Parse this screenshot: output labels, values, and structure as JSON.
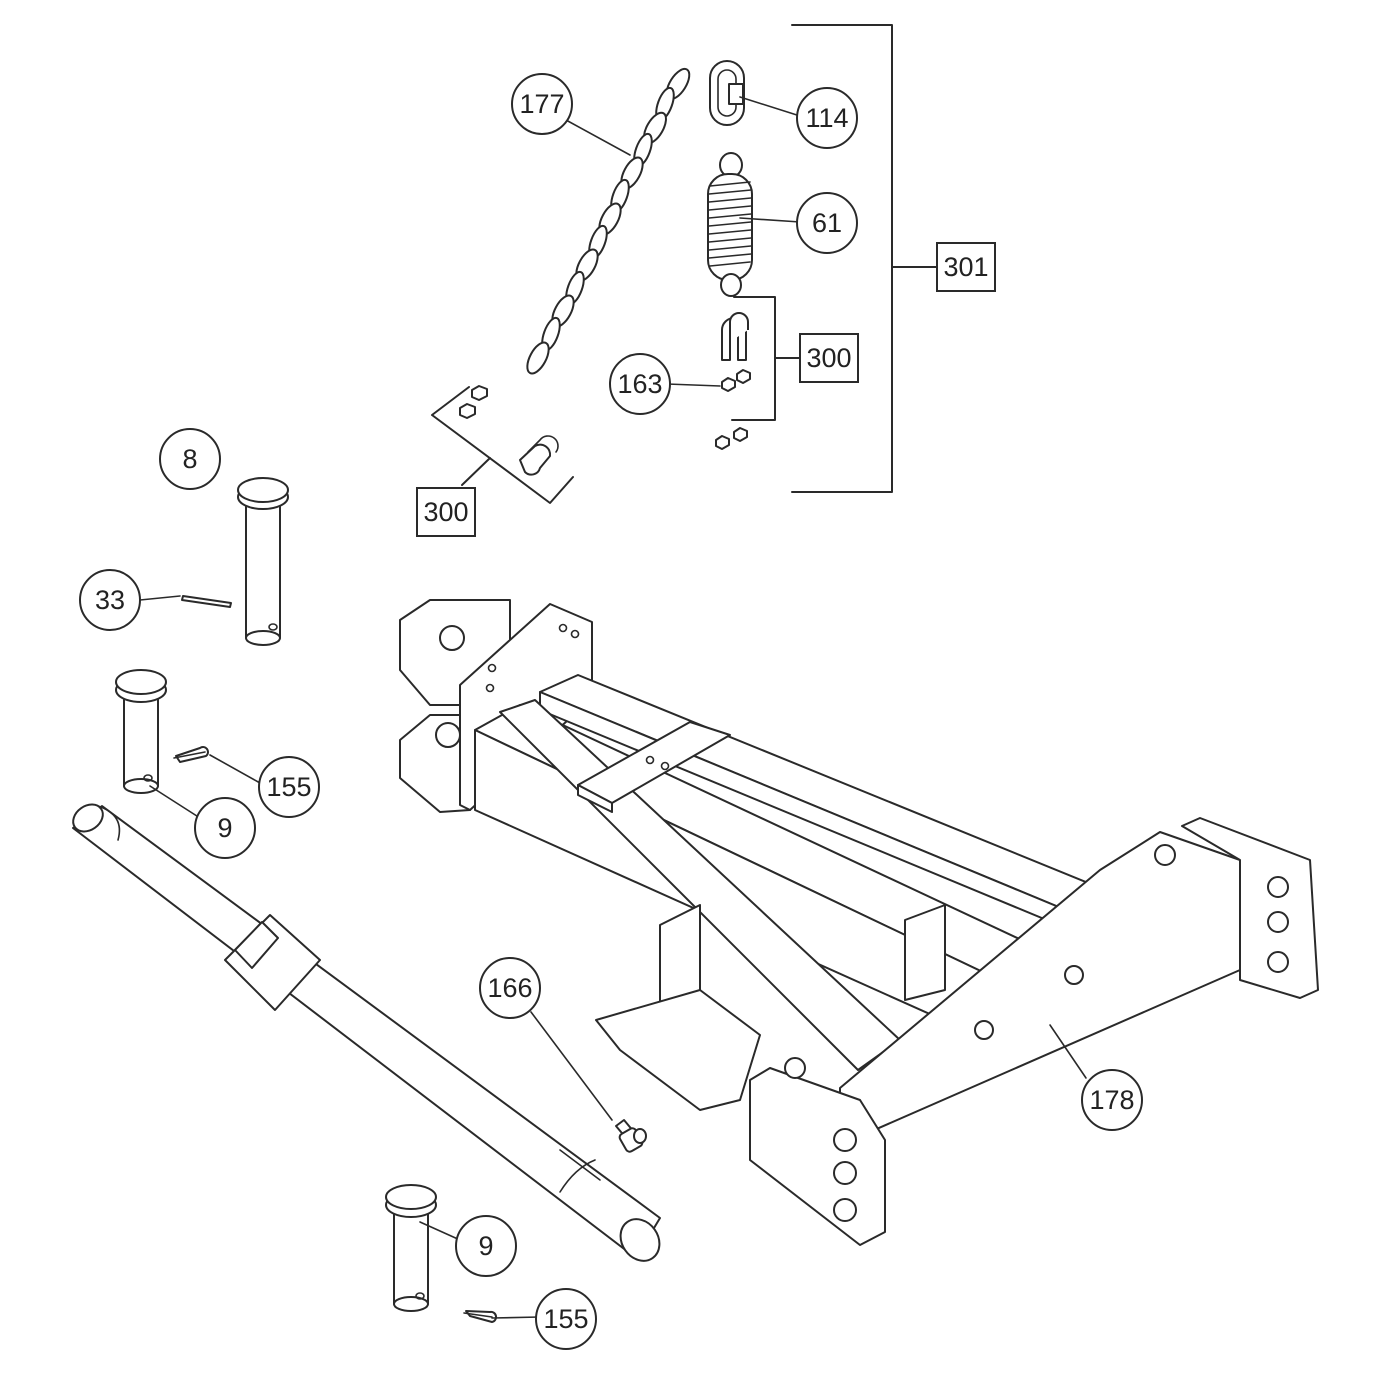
{
  "callouts": {
    "c177": "177",
    "c114": "114",
    "c61": "61",
    "c301": "301",
    "c300_right": "300",
    "c163": "163",
    "c300_left": "300",
    "c8": "8",
    "c33": "33",
    "c155_top": "155",
    "c9_top": "9",
    "c166": "166",
    "c178": "178",
    "c9_bottom": "9",
    "c155_bottom": "155"
  },
  "colors": {
    "line": "#2a2a2a",
    "background": "#ffffff"
  }
}
